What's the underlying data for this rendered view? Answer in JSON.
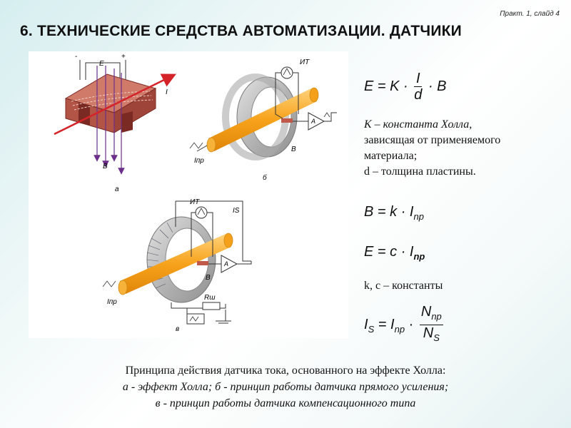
{
  "slide_ref": "Практ. 1, слайд 4",
  "title": "6. ТЕХНИЧЕСКИЕ СРЕДСТВА АВТОМАТИЗАЦИИ. ДАТЧИКИ",
  "figure": {
    "a": {
      "label": "а",
      "E": "E",
      "minus": "-",
      "plus": "+",
      "I": "I",
      "B": "B"
    },
    "b": {
      "label": "б",
      "IT": "ИТ",
      "A": "A",
      "B": "B",
      "Ipr": "Iпр"
    },
    "v": {
      "label": "в",
      "IT": "ИТ",
      "A": "A",
      "B": "B",
      "Ipr": "Iпр",
      "Is": "IS",
      "Rsh": "Rш"
    }
  },
  "formulas": {
    "f1": {
      "lhs": "E = K ·",
      "num": "I",
      "den": "d",
      "rhs": "· B"
    },
    "f2": {
      "lhs": "B = k · I",
      "sub": "np"
    },
    "f3": {
      "lhs": "E = c · I",
      "sub": "np"
    },
    "f4": {
      "lhs": "I",
      "lhs_sub": "S",
      "mid": "= I",
      "mid_sub": "np",
      "dot": "·",
      "num": "N",
      "num_sub": "np",
      "den": "N",
      "den_sub": "S"
    }
  },
  "descriptions": {
    "hall_const": "K – константа Холла,",
    "hall_const_2": "зависящая от применяемого",
    "hall_const_3": "материала;",
    "thickness": "d – толщина пластины.",
    "constants": "k, c – константы"
  },
  "caption": {
    "line1": "Принципа действия датчика тока, основанного на эффекте Холла:",
    "line2": "а - эффект Холла; б - принцип работы датчика прямого усиления;",
    "line3": "в - принцип работы датчика компенсационного типа"
  }
}
